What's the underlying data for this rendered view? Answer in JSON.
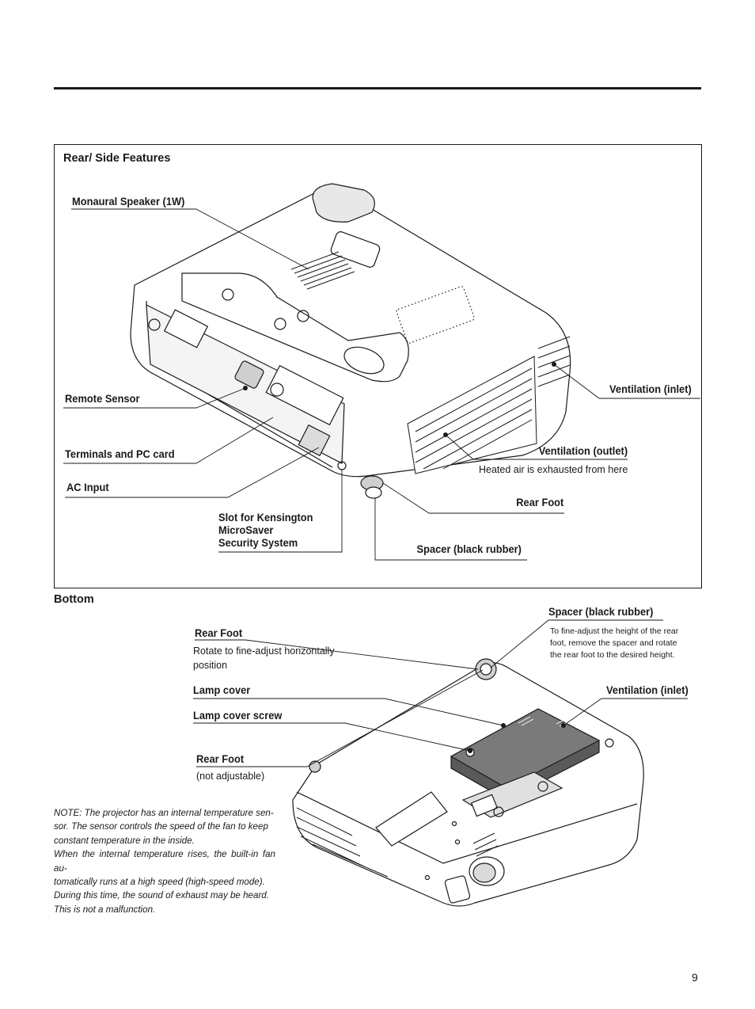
{
  "sections": {
    "rear_title": "Rear/ Side Features",
    "bottom_title": "Bottom"
  },
  "rear_labels": {
    "speaker": "Monaural Speaker (1W)",
    "remote_sensor": "Remote Sensor",
    "terminals": "Terminals and PC card",
    "ac_input": "AC Input",
    "kensington_1": "Slot for Kensington",
    "kensington_2": "MicroSaver",
    "kensington_3": "Security System",
    "vent_inlet": "Ventilation (inlet)",
    "vent_outlet": "Ventilation (outlet)",
    "vent_outlet_desc": "Heated air is exhausted from here",
    "rear_foot": "Rear Foot",
    "spacer": "Spacer (black rubber)"
  },
  "bottom_labels": {
    "spacer": "Spacer (black rubber)",
    "spacer_desc_1": "To fine-adjust the height of the rear",
    "spacer_desc_2": "foot, remove the spacer and rotate",
    "spacer_desc_3": "the rear foot to the desired height.",
    "rear_foot": "Rear Foot",
    "rear_foot_desc_1": "Rotate  to  fine-adjust  horizontally",
    "rear_foot_desc_2": "position",
    "lamp_cover": "Lamp cover",
    "vent_inlet": "Ventilation (inlet)",
    "lamp_screw": "Lamp cover screw",
    "rear_foot_fixed": "Rear Foot",
    "rear_foot_fixed_desc": "(not adjustable)"
  },
  "note": {
    "lines": [
      "NOTE: The projector has an internal temperature sen-",
      "sor. The sensor controls the speed of the fan to keep",
      "constant temperature in the inside.",
      "When the internal temperature rises, the built-in fan au-",
      "tomatically runs at a high speed (high-speed mode).",
      "During this time, the sound of exhaust may be heard.",
      "This is not a malfunction."
    ]
  },
  "page_number": "9"
}
